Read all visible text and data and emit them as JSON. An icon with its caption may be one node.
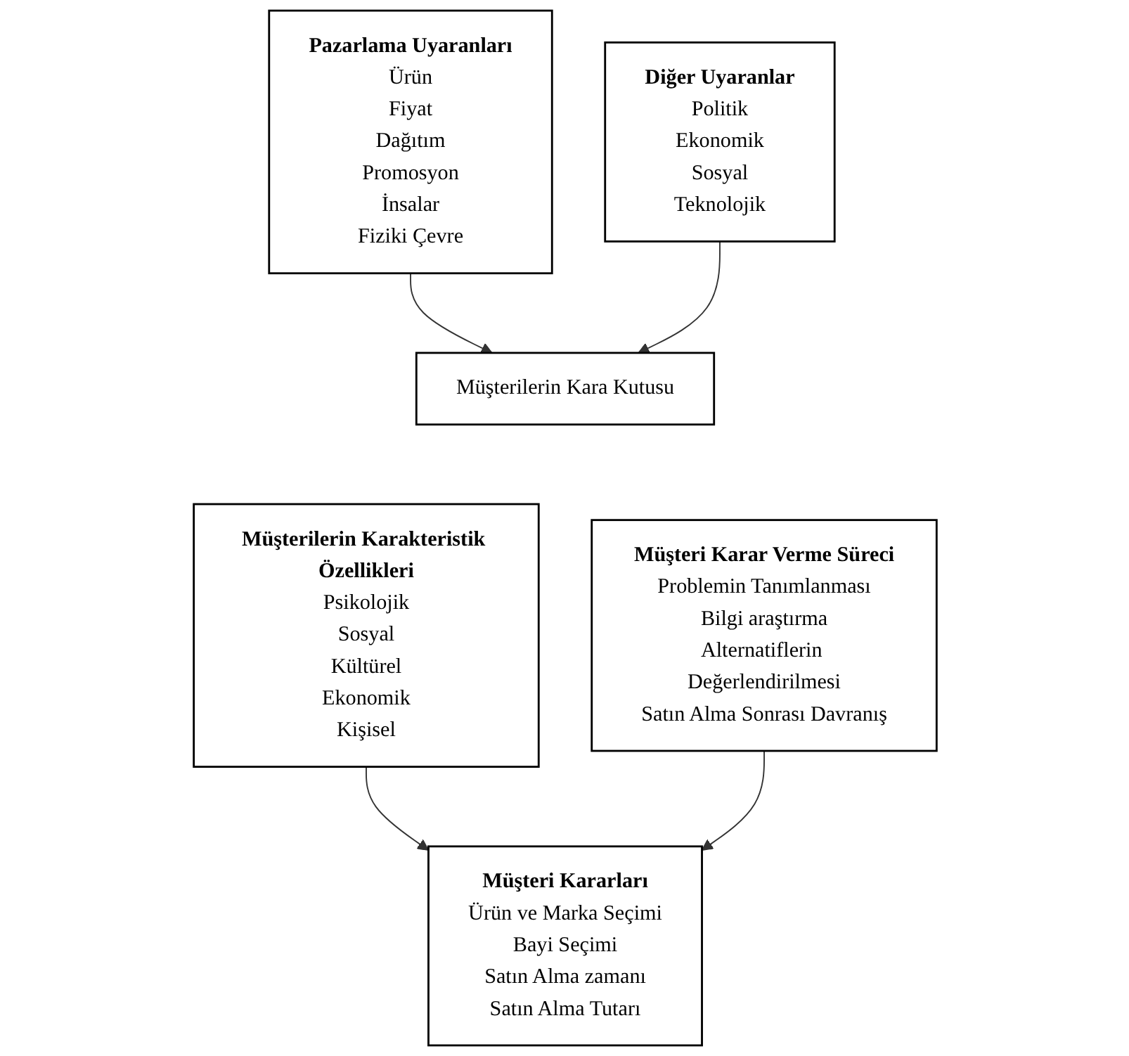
{
  "diagram": {
    "nodes": [
      {
        "text": [
          "Pazarlama Uyaranları",
          "Ürün",
          "Fiyat",
          "Dağıtım",
          "Promosyon",
          "İnsalar",
          "Fiziki Çevre"
        ]
      },
      {
        "text": [
          "Diğer Uyaranlar",
          "Politik",
          "Ekonomik",
          "Sosyal",
          "Teknolojik"
        ]
      },
      {
        "text": [
          "Müşterilerin Kara Kutusu"
        ]
      },
      {
        "text": [
          "Müşterilerin Karakteristik Özellikleri",
          "Psikolojik",
          "Sosyal",
          "Kültürel",
          "Ekonomik",
          "Kişisel"
        ]
      },
      {
        "text": [
          "Müşteri Karar Verme Süreci",
          "Problemin Tanımlanması",
          "Bilgi araştırma",
          "Alternatiflerin Değerlendirilmesi",
          "Satın Alma Sonrası Davranış"
        ]
      },
      {
        "text": [
          "Müşteri Kararları",
          "Ürün ve Marka Seçimi",
          "Bayi Seçimi",
          "Satın Alma zamanı",
          "Satın Alma Tutarı"
        ]
      }
    ],
    "edges": [
      {
        "from": 0,
        "to": 2,
        "arrow": "to"
      },
      {
        "from": 1,
        "to": 2,
        "arrow": "to"
      },
      {
        "from": 3,
        "to": 5,
        "arrow": "to"
      },
      {
        "from": 4,
        "to": 5,
        "arrow": "to"
      }
    ]
  }
}
